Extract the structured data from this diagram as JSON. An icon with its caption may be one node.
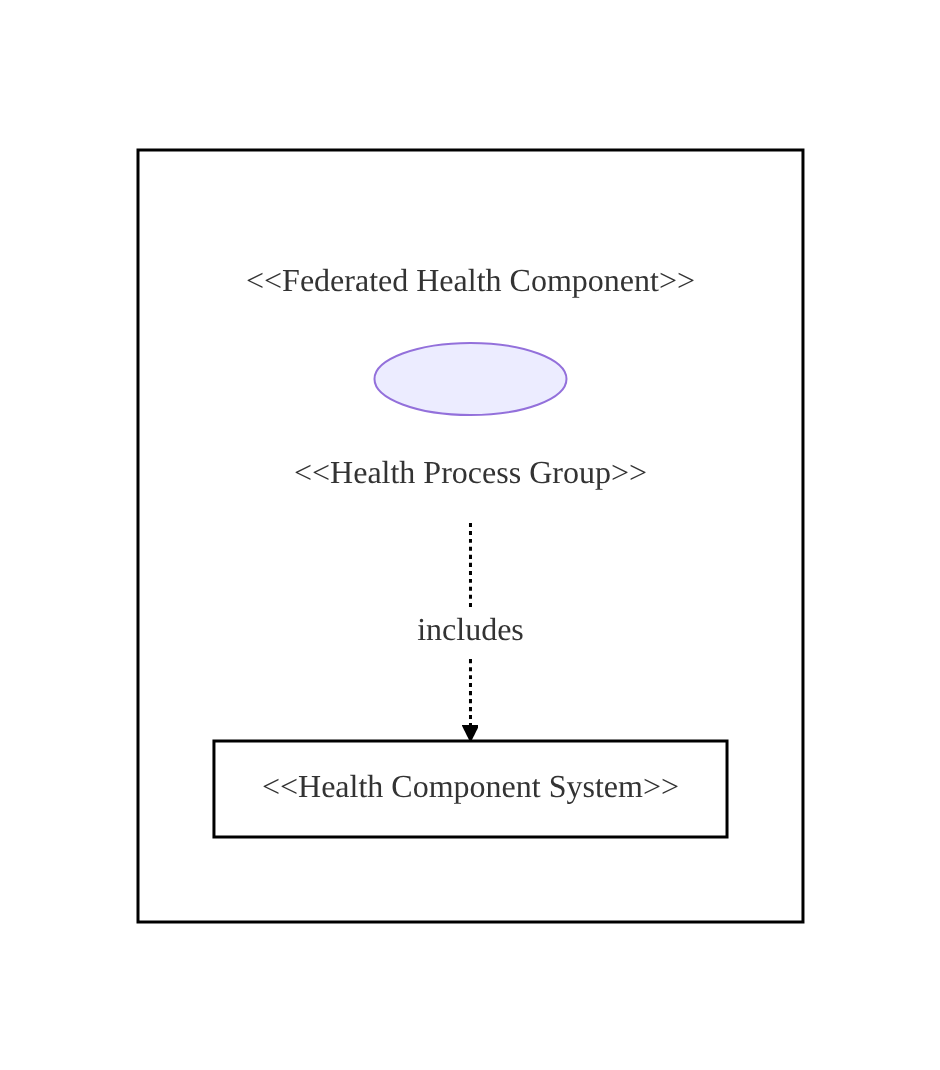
{
  "diagram": {
    "nodes": [
      {
        "text": [],
        "shape": "box"
      },
      {
        "text": [],
        "shape": "ellipse",
        "in": 0,
        "beside": [
          "<<Federated Health Component>>",
          "<<Health Process Group>>"
        ]
      },
      {
        "text": [
          "<<Health Component System>>"
        ],
        "in": 0
      }
    ],
    "edges": [
      {
        "from": 1,
        "to": 2,
        "arrow": "to",
        "label": "includes",
        "style": "dashed"
      }
    ]
  }
}
